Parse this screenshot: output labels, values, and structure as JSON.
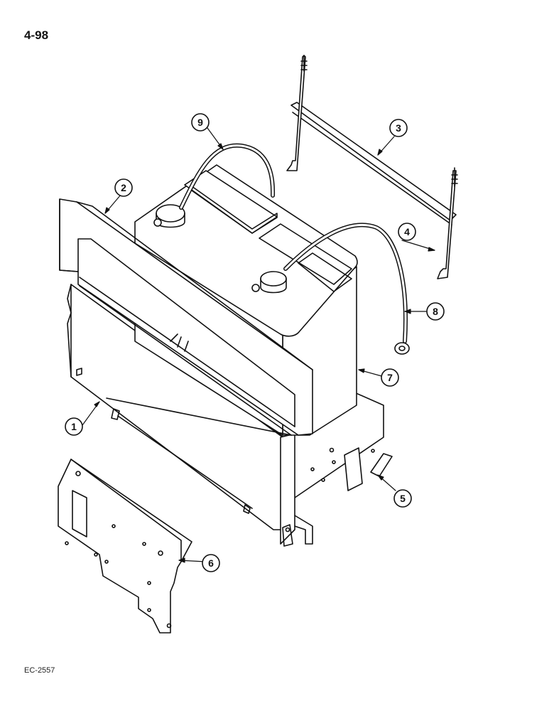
{
  "page": {
    "page_number": "4-98",
    "reference_code": "EC-2557"
  },
  "callouts": [
    {
      "id": "1",
      "label": "1"
    },
    {
      "id": "2",
      "label": "2"
    },
    {
      "id": "3",
      "label": "3"
    },
    {
      "id": "4",
      "label": "4"
    },
    {
      "id": "5",
      "label": "5"
    },
    {
      "id": "6",
      "label": "6"
    },
    {
      "id": "7",
      "label": "7"
    },
    {
      "id": "8",
      "label": "8"
    },
    {
      "id": "9",
      "label": "9"
    }
  ],
  "colors": {
    "ink": "#111111",
    "paper": "#ffffff",
    "shade": "#e6e6e6"
  }
}
